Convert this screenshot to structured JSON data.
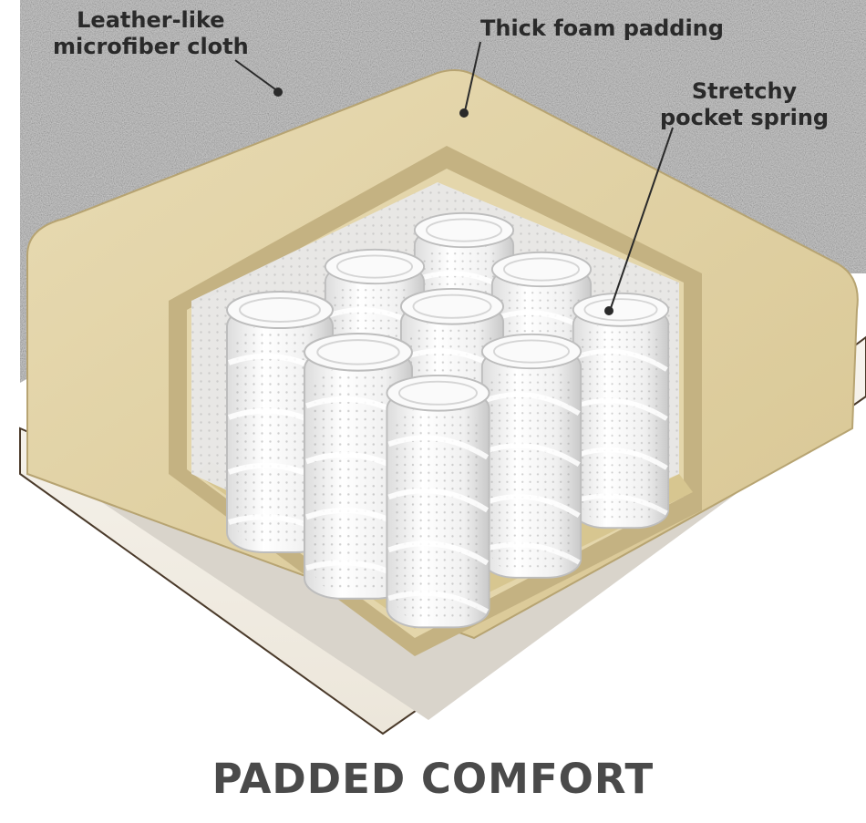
{
  "image": {
    "headline": "PADDED COMFORT",
    "callouts": {
      "microfiber": {
        "line1": "Leather-like",
        "line2": "microfiber cloth"
      },
      "foam": {
        "text": "Thick foam padding"
      },
      "spring": {
        "line1": "Stretchy",
        "line2": "pocket spring"
      }
    }
  },
  "colors": {
    "fabric_grey": "#a9a9a9",
    "foam_tan": "#e2d3a8",
    "foam_shadow": "#c4b282",
    "spring_white": "#f2f2f2",
    "base_cream": "#f6f2ea",
    "bottom_cloth": "#d9d4cb",
    "text_dark": "#2a2a2a",
    "headline_grey": "#4a4a4a"
  }
}
